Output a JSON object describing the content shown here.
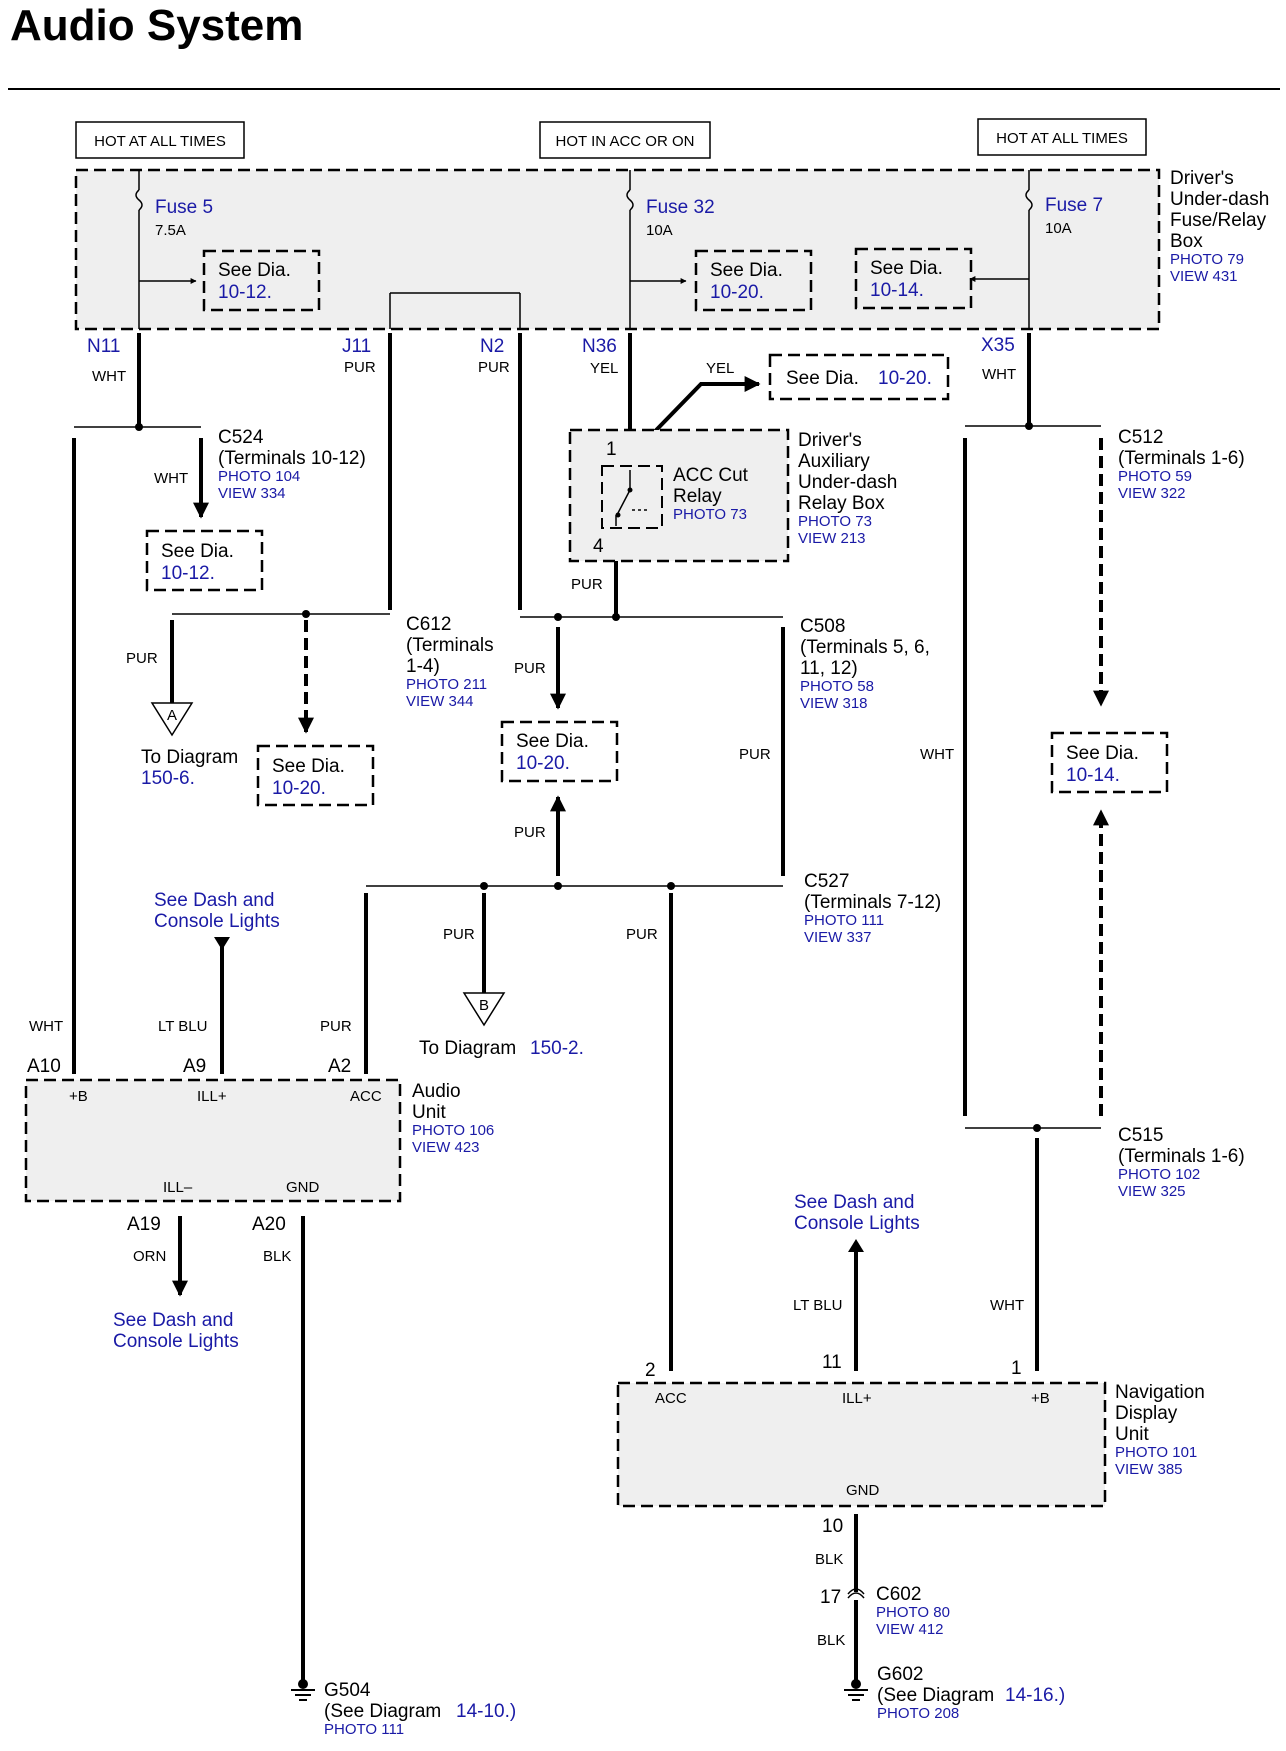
{
  "title": "Audio System",
  "power_labels": {
    "hot_left": "HOT AT ALL TIMES",
    "hot_mid": "HOT IN ACC OR ON",
    "hot_right": "HOT AT ALL TIMES"
  },
  "fuse_box": {
    "name_lines": [
      "Driver's",
      "Under-dash",
      "Fuse/Relay",
      "Box"
    ],
    "photo": "PHOTO 79",
    "view": "VIEW 431",
    "fuses": [
      {
        "name": "Fuse 5",
        "rating": "7.5A"
      },
      {
        "name": "Fuse 32",
        "rating": "10A"
      },
      {
        "name": "Fuse 7",
        "rating": "10A"
      }
    ]
  },
  "see_dia": {
    "prefix": "See  Dia.",
    "fb1": "10-12.",
    "fb2": "10-20.",
    "fb3": "10-14.",
    "yel": "10-20.",
    "c524": "10-12.",
    "c612": "10-20.",
    "c508": "10-20.",
    "c512": "10-14."
  },
  "terminals": {
    "n11": "N11",
    "j11": "J11",
    "n2": "N2",
    "n36": "N36",
    "x35": "X35"
  },
  "wires": {
    "wht": "WHT",
    "pur": "PUR",
    "yel": "YEL",
    "ltblu": "LT BLU",
    "orn": "ORN",
    "blk": "BLK"
  },
  "relay_box": {
    "name_lines": [
      "Driver's",
      "Auxiliary",
      "Under-dash",
      "Relay Box"
    ],
    "photo": "PHOTO 73",
    "view": "VIEW 213",
    "relay_lines": [
      "ACC Cut",
      "Relay"
    ],
    "relay_photo": "PHOTO 73",
    "pin1": "1",
    "pin4": "4"
  },
  "connectors": {
    "c524": {
      "name": "C524",
      "terminals": "(Terminals 10-12)",
      "photo": "PHOTO 104",
      "view": "VIEW 334"
    },
    "c612": {
      "name": "C612",
      "terminals_l1": "(Terminals",
      "terminals_l2": "1-4)",
      "photo": "PHOTO 211",
      "view": "VIEW 344"
    },
    "c508": {
      "name": "C508",
      "terminals_l1": "(Terminals 5, 6,",
      "terminals_l2": "11, 12)",
      "photo": "PHOTO 58",
      "view": "VIEW 318"
    },
    "c512": {
      "name": "C512",
      "terminals": "(Terminals 1-6)",
      "photo": "PHOTO 59",
      "view": "VIEW 322"
    },
    "c527": {
      "name": "C527",
      "terminals": "(Terminals 7-12)",
      "photo": "PHOTO 111",
      "view": "VIEW 337"
    },
    "c515": {
      "name": "C515",
      "terminals": "(Terminals 1-6)",
      "photo": "PHOTO 102",
      "view": "VIEW 325"
    },
    "c602": {
      "name": "C602",
      "photo": "PHOTO 80",
      "view": "VIEW 412",
      "pin": "17"
    }
  },
  "offpage": {
    "a_letter": "A",
    "a_to": "To Diagram",
    "a_dia": "150-6.",
    "b_letter": "B",
    "b_to": "To Diagram",
    "b_dia": "150-2."
  },
  "dash_lights": {
    "line1": "See Dash and",
    "line2": "Console Lights"
  },
  "audio_unit": {
    "name_lines": [
      "Audio",
      "Unit"
    ],
    "photo": "PHOTO 106",
    "view": "VIEW 423",
    "pins": {
      "a10": "A10",
      "a9": "A9",
      "a2": "A2",
      "a19": "A19",
      "a20": "A20"
    },
    "pin_labels": {
      "b": "+B",
      "ill": "ILL+",
      "acc": "ACC",
      "illm": "ILL–",
      "gnd": "GND"
    }
  },
  "nav_unit": {
    "name_lines": [
      "Navigation",
      "Display",
      "Unit"
    ],
    "photo": "PHOTO 101",
    "view": "VIEW 385",
    "pins": {
      "p2": "2",
      "p11": "11",
      "p1": "1",
      "p10": "10"
    },
    "pin_labels": {
      "acc": "ACC",
      "ill": "ILL+",
      "b": "+B",
      "gnd": "GND"
    }
  },
  "grounds": {
    "g504": {
      "name": "G504",
      "see": "(See Diagram",
      "dia": "14-10.)",
      "photo": "PHOTO 111"
    },
    "g602": {
      "name": "G602",
      "see": "(See Diagram",
      "dia": "14-16.)",
      "photo": "PHOTO 208"
    }
  }
}
